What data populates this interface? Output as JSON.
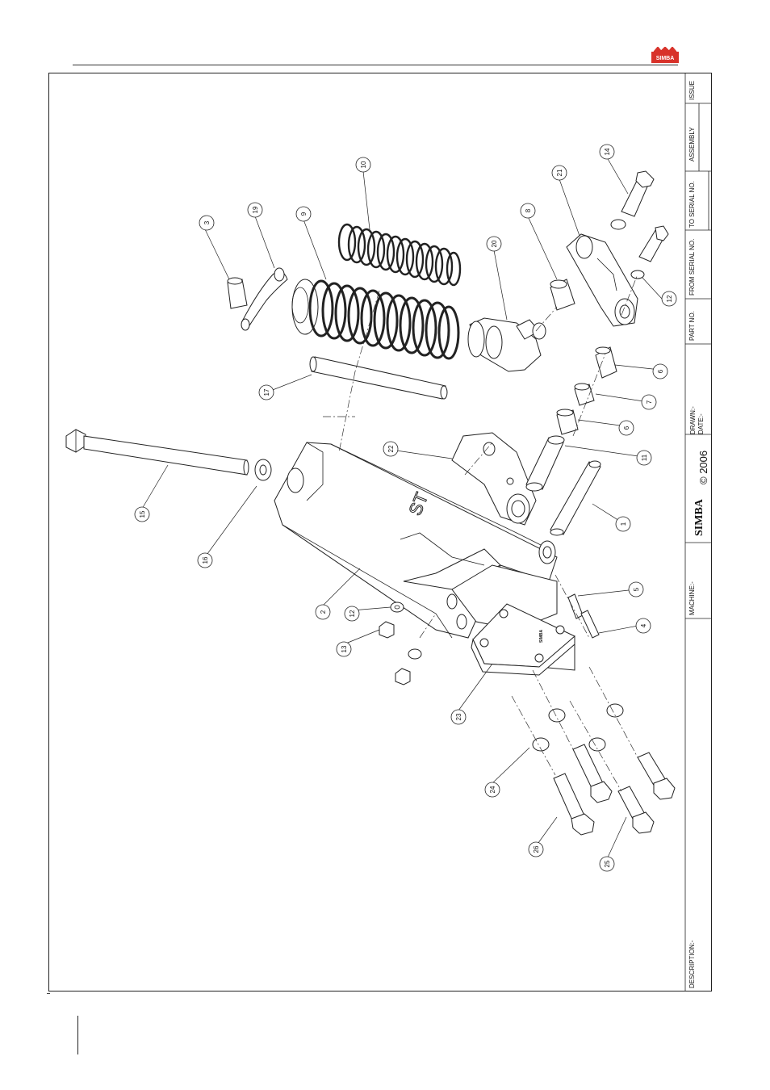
{
  "title_block": {
    "issue": "ISSUE",
    "assembly": "ASSEMBLY",
    "to_serial": "TO SERIAL NO.",
    "from_serial": "FROM SERIAL NO.",
    "part_no": "PART NO.",
    "drawn": "DRAWN:-",
    "date": "DATE:-",
    "copyright": "© 2006",
    "machine": "MACHINE:-",
    "description": "DESCRIPTION:-",
    "brand": "SIMBA"
  },
  "logo": {
    "text": "SIMBA",
    "color": "#d8322a"
  },
  "part_markings": {
    "arm_letters": "ST",
    "plate_stamp": "SIMBA"
  },
  "callouts": [
    "1",
    "2",
    "3",
    "4",
    "5",
    "6",
    "6",
    "7",
    "8",
    "9",
    "10",
    "11",
    "12",
    "12",
    "13",
    "14",
    "15",
    "16",
    "17",
    "19",
    "20",
    "21",
    "22",
    "23",
    "24",
    "25",
    "26"
  ]
}
